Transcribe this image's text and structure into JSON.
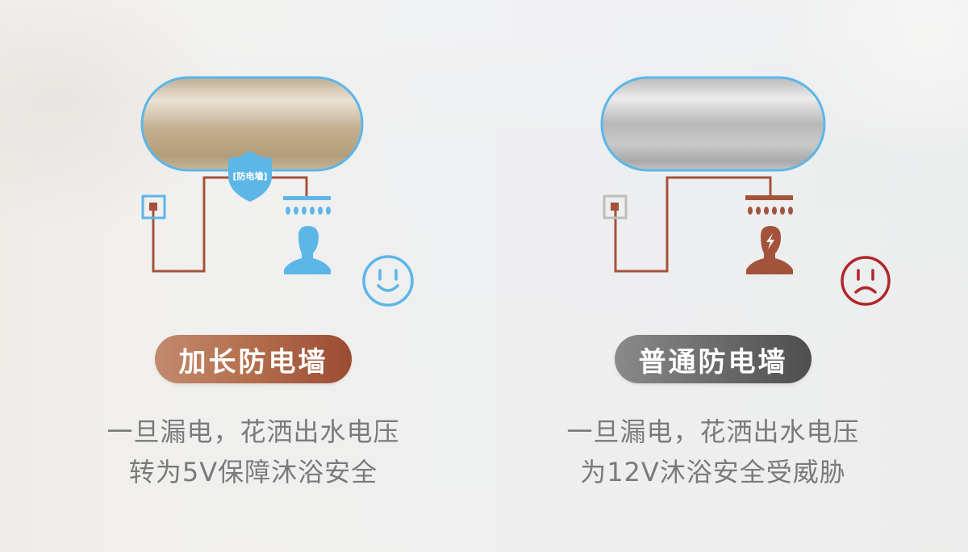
{
  "colors": {
    "blue": "#5cb6e8",
    "wire": "#a4533b",
    "gold_start": "#c28a6e",
    "gold_end": "#9c4b32",
    "gray_start": "#8a8a8a",
    "gray_end": "#4e4e4e",
    "sad_red": "#b0262a",
    "text_gray": "#7a7a7a"
  },
  "left": {
    "shield_text": "[防电墙]",
    "label": "加长防电墙",
    "desc_line1": "一旦漏电，花洒出水电压",
    "desc_line2": "转为5V保障沐浴安全",
    "face": "smiley-face",
    "voltage": "5V"
  },
  "right": {
    "label": "普通防电墙",
    "desc_line1": "一旦漏电，花洒出水电压",
    "desc_line2": "为12V沐浴安全受威胁",
    "face": "sad-face",
    "voltage": "12V"
  }
}
